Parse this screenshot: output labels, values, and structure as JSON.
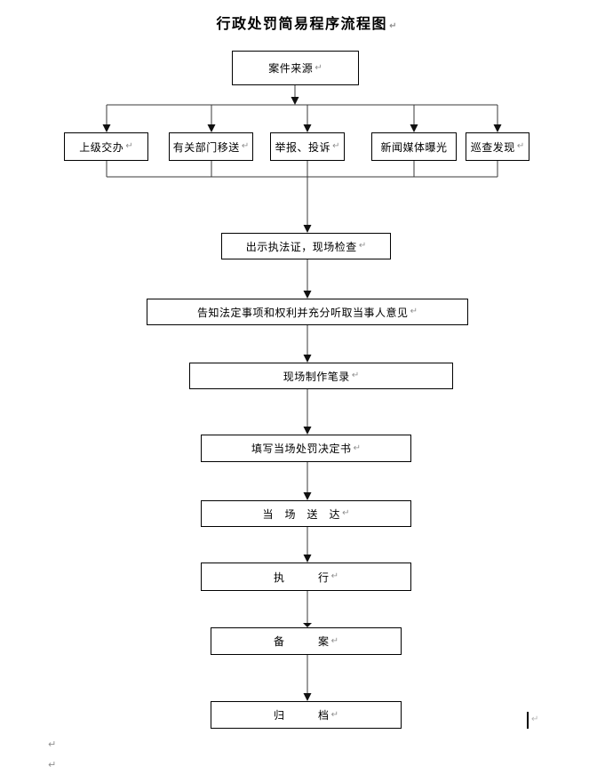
{
  "title": "行政处罚简易程序流程图",
  "marks": {
    "return": "↵"
  },
  "nodes": {
    "case_source": "案件来源",
    "superior_assign": "上级交办",
    "dept_transfer": "有关部门移送",
    "report_complaint": "举报、投诉",
    "media_exposure": "新闻媒体曝光",
    "patrol_discovery": "巡查发现",
    "show_credentials": "出示执法证，现场检查",
    "inform_rights": "告知法定事项和权利并充分听取当事人意见",
    "onsite_record": "现场制作笔录",
    "fill_decision": "填写当场处罚决定书",
    "onsite_delivery": "当　场　送　达",
    "execution": "执　　　行",
    "filing": "备　　　案",
    "archiving": "归　　　档"
  },
  "edges": [
    {
      "from": "case_source",
      "to": "superior_assign"
    },
    {
      "from": "case_source",
      "to": "dept_transfer"
    },
    {
      "from": "case_source",
      "to": "report_complaint"
    },
    {
      "from": "case_source",
      "to": "media_exposure"
    },
    {
      "from": "case_source",
      "to": "patrol_discovery"
    },
    {
      "from": "superior_assign",
      "to": "show_credentials"
    },
    {
      "from": "dept_transfer",
      "to": "show_credentials"
    },
    {
      "from": "report_complaint",
      "to": "show_credentials"
    },
    {
      "from": "media_exposure",
      "to": "show_credentials"
    },
    {
      "from": "patrol_discovery",
      "to": "show_credentials"
    },
    {
      "from": "show_credentials",
      "to": "inform_rights"
    },
    {
      "from": "inform_rights",
      "to": "onsite_record"
    },
    {
      "from": "onsite_record",
      "to": "fill_decision"
    },
    {
      "from": "fill_decision",
      "to": "onsite_delivery"
    },
    {
      "from": "onsite_delivery",
      "to": "execution"
    },
    {
      "from": "execution",
      "to": "filing"
    },
    {
      "from": "filing",
      "to": "archiving"
    }
  ]
}
